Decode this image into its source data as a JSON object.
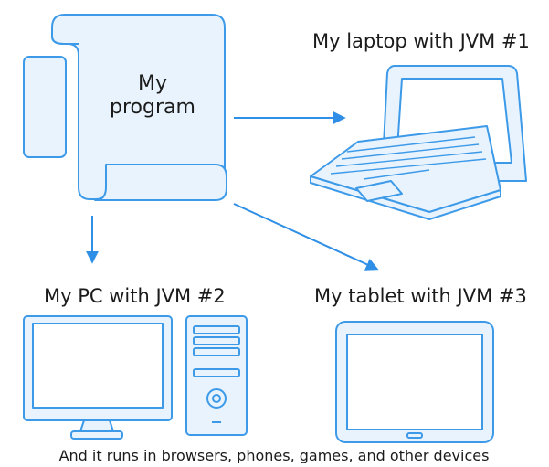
{
  "scroll": {
    "title_line1": "My",
    "title_line2": "program"
  },
  "devices": {
    "laptop": {
      "label": "My laptop with JVM #1"
    },
    "pc": {
      "label": "My PC with JVM #2"
    },
    "tablet": {
      "label": "My tablet with JVM #3"
    }
  },
  "caption": {
    "text": "And it runs in browsers, phones, games, and other devices"
  },
  "colors": {
    "stroke": "#3d9ae8",
    "fill": "#e8f3fd",
    "arrow": "#2f8fe6",
    "text": "#1b1b1b"
  }
}
